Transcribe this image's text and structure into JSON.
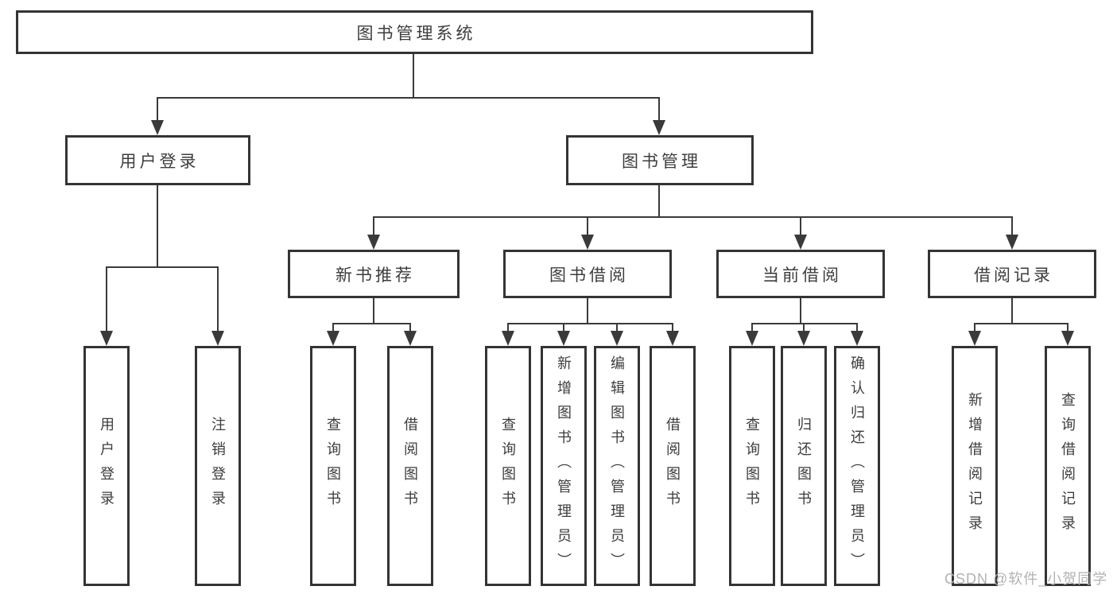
{
  "colors": {
    "line": "#3a3a3a",
    "box_border": "#343434",
    "text": "#3d3d3d",
    "background": "#ffffff",
    "watermark": "#b2b2b2"
  },
  "watermark": {
    "text": "CSDN @软件_小贺同学"
  },
  "diagram": {
    "root": {
      "label": "图书管理系统"
    },
    "branches": [
      {
        "label": "用户登录",
        "children": [
          {
            "label": "用户登录"
          },
          {
            "label": "注销登录"
          }
        ]
      },
      {
        "label": "图书管理",
        "children": [
          {
            "label": "新书推荐",
            "children": [
              {
                "label": "查询图书"
              },
              {
                "label": "借阅图书"
              }
            ]
          },
          {
            "label": "图书借阅",
            "children": [
              {
                "label": "查询图书"
              },
              {
                "label": "新增图书（管理员）"
              },
              {
                "label": "编辑图书（管理员）"
              },
              {
                "label": "借阅图书"
              }
            ]
          },
          {
            "label": "当前借阅",
            "children": [
              {
                "label": "查询图书"
              },
              {
                "label": "归还图书"
              },
              {
                "label": "确认归还（管理员）"
              }
            ]
          },
          {
            "label": "借阅记录",
            "children": [
              {
                "label": "新增借阅记录"
              },
              {
                "label": "查询借阅记录"
              }
            ]
          }
        ]
      }
    ]
  }
}
